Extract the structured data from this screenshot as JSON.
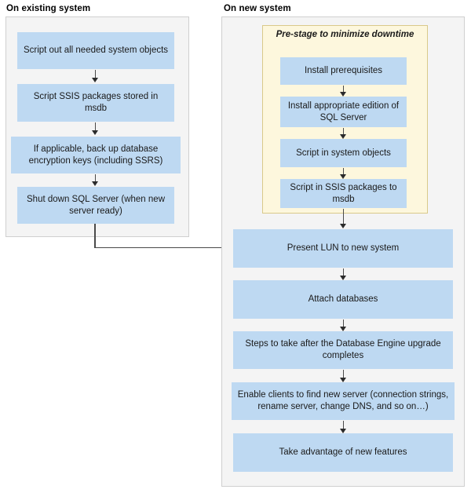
{
  "panels": {
    "existing": {
      "title": "On existing system"
    },
    "new": {
      "title": "On new system"
    },
    "prestage": {
      "title": "Pre-stage to minimize downtime"
    }
  },
  "existing_steps": [
    {
      "id": "script-objects",
      "label": "Script out all needed system objects"
    },
    {
      "id": "script-ssis",
      "label": "Script SSIS packages stored in msdb"
    },
    {
      "id": "backup-keys",
      "label": "If applicable, back up database encryption keys (including SSRS)"
    },
    {
      "id": "shutdown",
      "label": "Shut down SQL Server (when new server ready)"
    }
  ],
  "prestage_steps": [
    {
      "id": "prereqs",
      "label": "Install prerequisites"
    },
    {
      "id": "edition",
      "label": "Install appropriate edition of SQL Server"
    },
    {
      "id": "script-in-sys",
      "label": "Script in system objects"
    },
    {
      "id": "script-in-ssis",
      "label": "Script in SSIS packages to msdb"
    }
  ],
  "new_steps": [
    {
      "id": "present-lun",
      "label": "Present LUN to new system"
    },
    {
      "id": "attach-db",
      "label": "Attach databases"
    },
    {
      "id": "post-upgrade",
      "label": "Steps to take after the Database Engine upgrade completes"
    },
    {
      "id": "enable-clients",
      "label": "Enable clients to find new server (connection strings, rename server, change DNS, and so on…)"
    },
    {
      "id": "new-features",
      "label": "Take advantage of new features"
    }
  ],
  "colors": {
    "box_fill": "#bed9f2",
    "panel_fill": "#f4f4f4",
    "panel_border": "#cfcfcf",
    "prestage_fill": "#fdf7dd",
    "prestage_border": "#d9c98a",
    "arrow": "#4a4a4a",
    "text": "#1a1a1a"
  }
}
